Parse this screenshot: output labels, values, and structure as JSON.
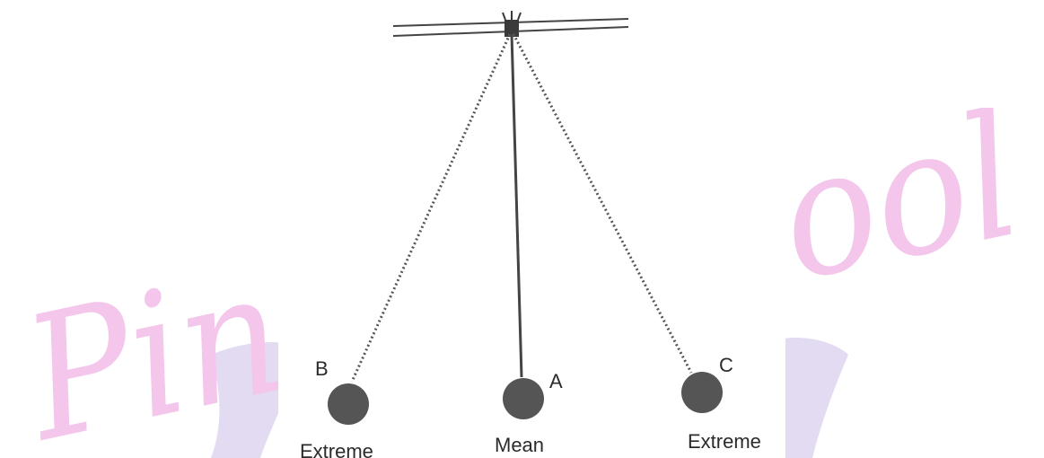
{
  "watermark": {
    "text": "Pinkz School",
    "color": "#f4c6ec",
    "shadow_color": "#ddd5ee"
  },
  "pendulum": {
    "positions": [
      {
        "id": "B",
        "point_label": "B",
        "position_label": "Extreme",
        "string_style": "dashed"
      },
      {
        "id": "A",
        "point_label": "A",
        "position_label": "Mean",
        "string_style": "solid"
      },
      {
        "id": "C",
        "point_label": "C",
        "position_label": "Extreme",
        "string_style": "dashed"
      }
    ],
    "bob_color": "#555555",
    "line_color": "#444444"
  }
}
